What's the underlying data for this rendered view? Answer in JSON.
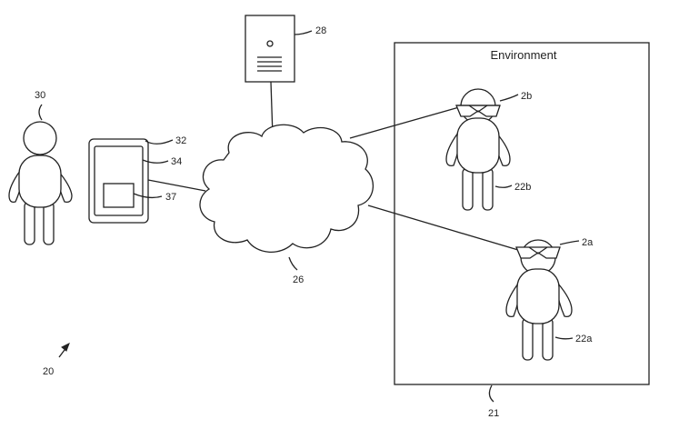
{
  "environment": {
    "title": "Environment"
  },
  "labels": {
    "system": "20",
    "environment": "21",
    "user_a": "22a",
    "user_b": "22b",
    "network": "26",
    "server": "28",
    "remote_person": "30",
    "device": "32",
    "screen": "34",
    "widget": "37",
    "headset_a": "2a",
    "headset_b": "2b"
  }
}
